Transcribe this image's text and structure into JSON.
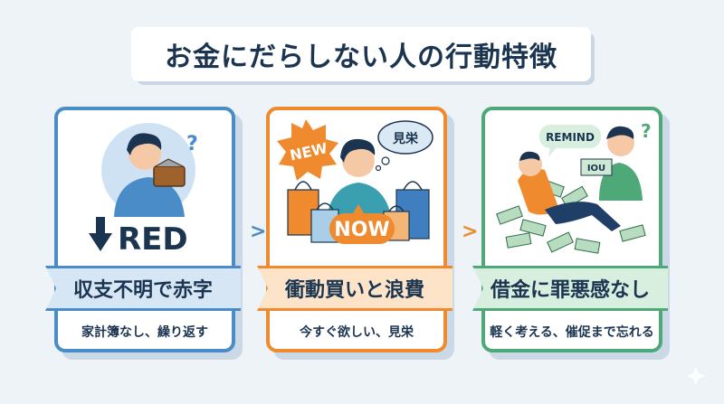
{
  "title": "お金にだらしない人の行動特徴",
  "colors": {
    "background": "#eef3f8",
    "text": "#1b3550",
    "blue": "#4a8cc7",
    "orange": "#ef8a2e",
    "green": "#4fa878"
  },
  "cards": [
    {
      "theme": "blue",
      "heading": "収支不明で赤字",
      "subtext": "家計簿なし、繰り返す",
      "illustration": {
        "label": "RED",
        "question_mark": "?",
        "icons": [
          "down-arrow-icon",
          "wallet-icon"
        ]
      }
    },
    {
      "theme": "orange",
      "heading": "衝動買いと浪費",
      "subtext": "今すぐ欲しい、見栄",
      "illustration": {
        "badge_new": "NEW",
        "badge_now": "NOW",
        "thought": "見栄",
        "icons": [
          "shopping-bag-icon"
        ]
      }
    },
    {
      "theme": "green",
      "heading": "借金に罪悪感なし",
      "subtext": "軽く考える、催促まで忘れる",
      "illustration": {
        "speech": "REMIND",
        "note": "IOU",
        "question_mark": "?",
        "icons": [
          "banknote-icon"
        ]
      }
    }
  ],
  "connectors": [
    ">",
    ">"
  ]
}
